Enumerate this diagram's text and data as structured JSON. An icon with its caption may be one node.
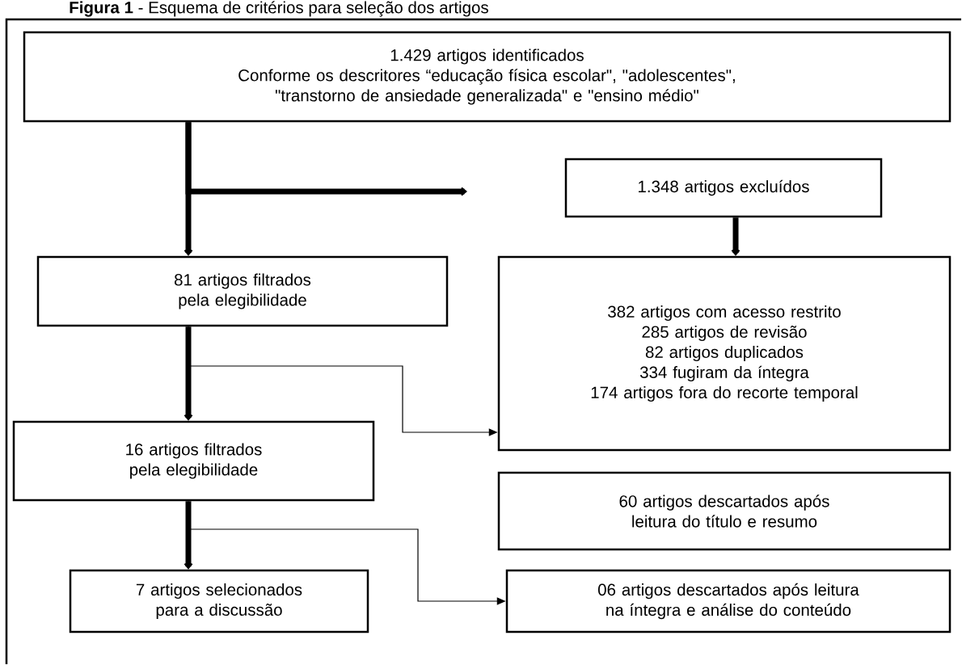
{
  "diagram": {
    "title": "**Figura 1** - Esquema de critérios para seleção dos artigos",
    "nodes": [
      {
        "text": [
          "1.429 artigos identificados",
          "Conforme os descritores “educação física escolar\", \"adolescentes\", \"transtorno de ansiedade generalizada\" e \"ensino médio\""
        ]
      },
      {
        "text": [
          "1.348 artigos excluídos"
        ]
      },
      {
        "text": [
          "81 artigos filtrados pela elegibilidade"
        ]
      },
      {
        "text": [
          "382 artigos com acesso restrito",
          "285 artigos de revisão",
          "82 artigos duplicados",
          "334 fugiram da íntegra",
          "174 artigos fora do recorte temporal"
        ]
      },
      {
        "text": [
          "16 artigos filtrados pela elegibilidade"
        ]
      },
      {
        "text": [
          "60 artigos descartados após leitura do título e resumo"
        ]
      },
      {
        "text": [
          "7 artigos selecionados para a discussão"
        ]
      },
      {
        "text": [
          "06 artigos descartados após leitura na íntegra e análise do conteúdo"
        ]
      }
    ],
    "edges": [
      {
        "from": 0,
        "to": 2,
        "arrow": "to"
      },
      {
        "from": 0,
        "to": null,
        "arrow": "to"
      },
      {
        "from": 1,
        "to": 3,
        "arrow": "to"
      },
      {
        "from": 2,
        "to": 4,
        "arrow": "to"
      },
      {
        "from": 2,
        "to": 3,
        "arrow": "to"
      },
      {
        "from": 4,
        "to": 6,
        "arrow": "to"
      },
      {
        "from": 4,
        "to": 7,
        "arrow": "to"
      }
    ]
  }
}
